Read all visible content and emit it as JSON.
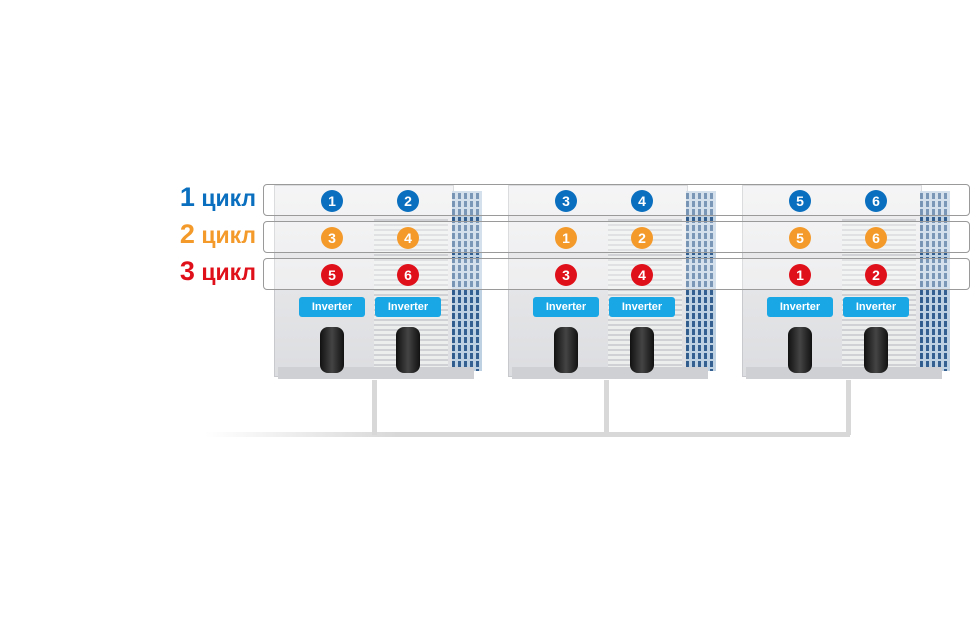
{
  "cycles": [
    {
      "num": "1",
      "label": "цикл",
      "color": "#0a6fbf"
    },
    {
      "num": "2",
      "label": "цикл",
      "color": "#f39a2b"
    },
    {
      "num": "3",
      "label": "цикл",
      "color": "#e0101a"
    }
  ],
  "units": [
    {
      "numbers": [
        [
          "1",
          "2"
        ],
        [
          "3",
          "4"
        ],
        [
          "5",
          "6"
        ]
      ]
    },
    {
      "numbers": [
        [
          "3",
          "4"
        ],
        [
          "1",
          "2"
        ],
        [
          "3",
          "4"
        ]
      ]
    },
    {
      "numbers": [
        [
          "5",
          "6"
        ],
        [
          "5",
          "6"
        ],
        [
          "1",
          "2"
        ]
      ]
    }
  ],
  "inverter_label": "Inverter"
}
